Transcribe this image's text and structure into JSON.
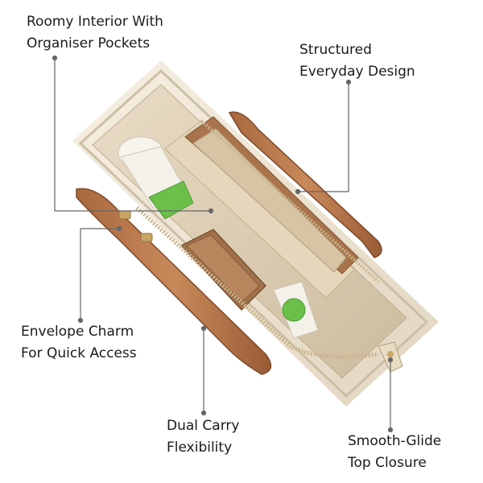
{
  "callouts": {
    "roomy_interior": {
      "line1": "Roomy Interior With",
      "line2": "Organiser Pockets"
    },
    "structured_design": {
      "line1": "Structured",
      "line2": "Everyday Design"
    },
    "envelope_charm": {
      "line1": "Envelope Charm",
      "line2": "For Quick Access"
    },
    "dual_carry": {
      "line1": "Dual Carry",
      "line2": "Flexibility"
    },
    "smooth_glide": {
      "line1": "Smooth-Glide",
      "line2": "Top Closure"
    }
  },
  "colors": {
    "cream": "#efe6d6",
    "cream_shadow": "#d9ccb5",
    "tan_leather": "#b8774a",
    "tan_dark": "#8e5632",
    "lining": "#dccdb4",
    "brown_pouch": "#a8774f",
    "green_bottle": "#6cc04a",
    "zipper": "#c9b48a",
    "leader_line": "#666666"
  }
}
